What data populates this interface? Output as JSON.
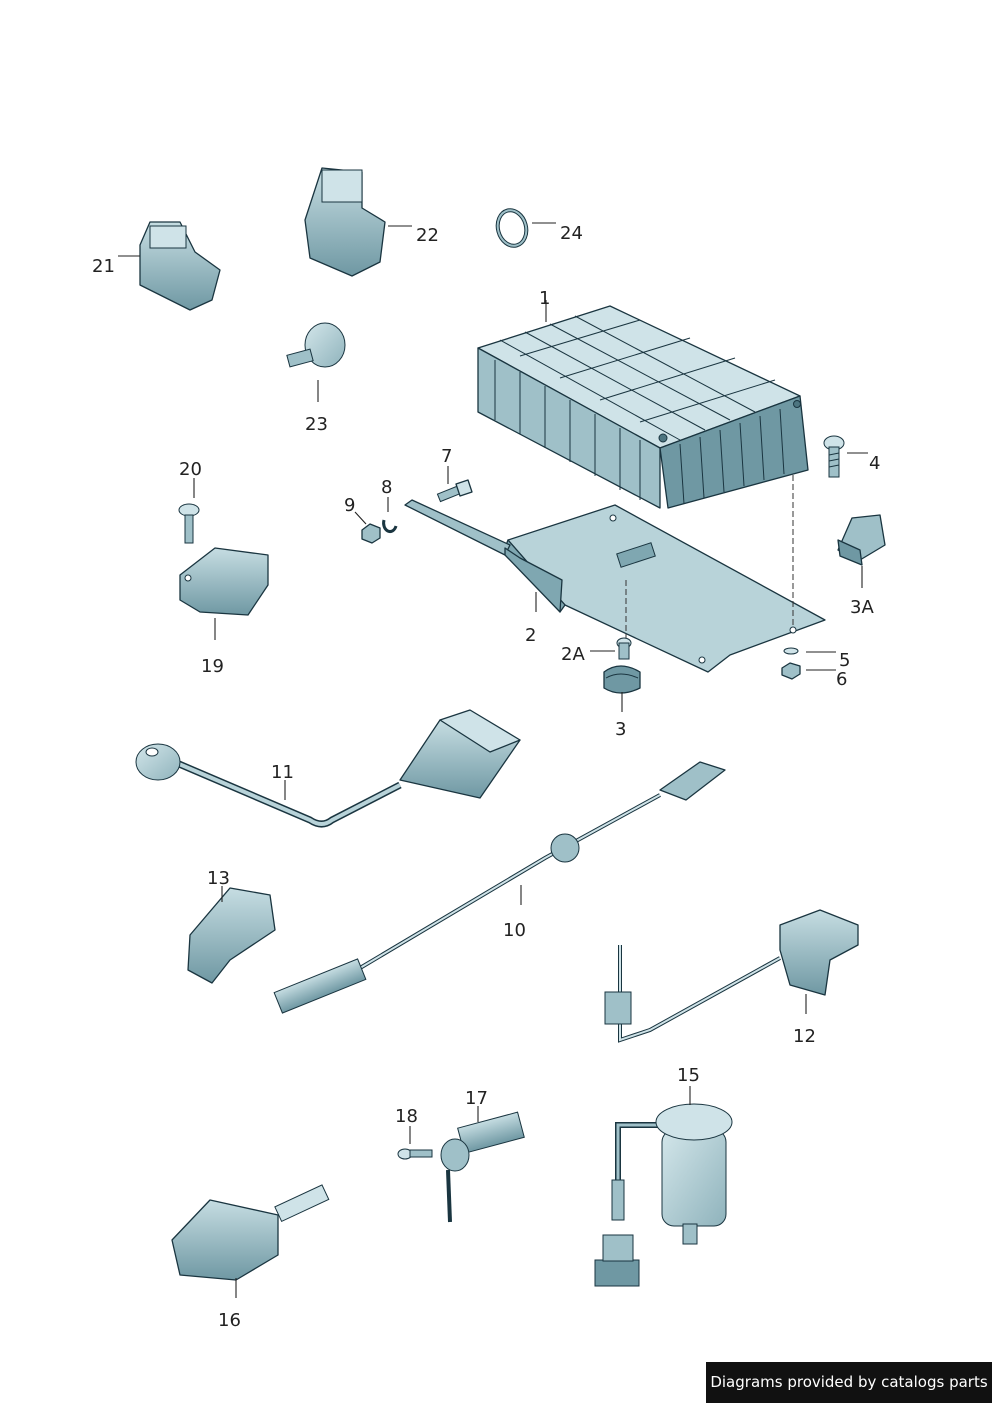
{
  "parts": [
    {
      "id": "p1",
      "label": "1"
    },
    {
      "id": "p2",
      "label": "2"
    },
    {
      "id": "p2a",
      "label": "2A"
    },
    {
      "id": "p3",
      "label": "3"
    },
    {
      "id": "p3a",
      "label": "3A"
    },
    {
      "id": "p4",
      "label": "4"
    },
    {
      "id": "p5",
      "label": "5"
    },
    {
      "id": "p6",
      "label": "6"
    },
    {
      "id": "p7",
      "label": "7"
    },
    {
      "id": "p8",
      "label": "8"
    },
    {
      "id": "p9",
      "label": "9"
    },
    {
      "id": "p10",
      "label": "10"
    },
    {
      "id": "p11",
      "label": "11"
    },
    {
      "id": "p12",
      "label": "12"
    },
    {
      "id": "p13",
      "label": "13"
    },
    {
      "id": "p15",
      "label": "15"
    },
    {
      "id": "p16",
      "label": "16"
    },
    {
      "id": "p17",
      "label": "17"
    },
    {
      "id": "p18",
      "label": "18"
    },
    {
      "id": "p19",
      "label": "19"
    },
    {
      "id": "p20",
      "label": "20"
    },
    {
      "id": "p21",
      "label": "21"
    },
    {
      "id": "p22",
      "label": "22"
    },
    {
      "id": "p23",
      "label": "23"
    },
    {
      "id": "p24",
      "label": "24"
    }
  ],
  "credit": "Diagrams provided by catalogs parts",
  "colors": {
    "part_fill": "#b7d4da",
    "part_shade": "#7fa7b1",
    "part_dark": "#4d7580",
    "outline": "#1a3540"
  }
}
